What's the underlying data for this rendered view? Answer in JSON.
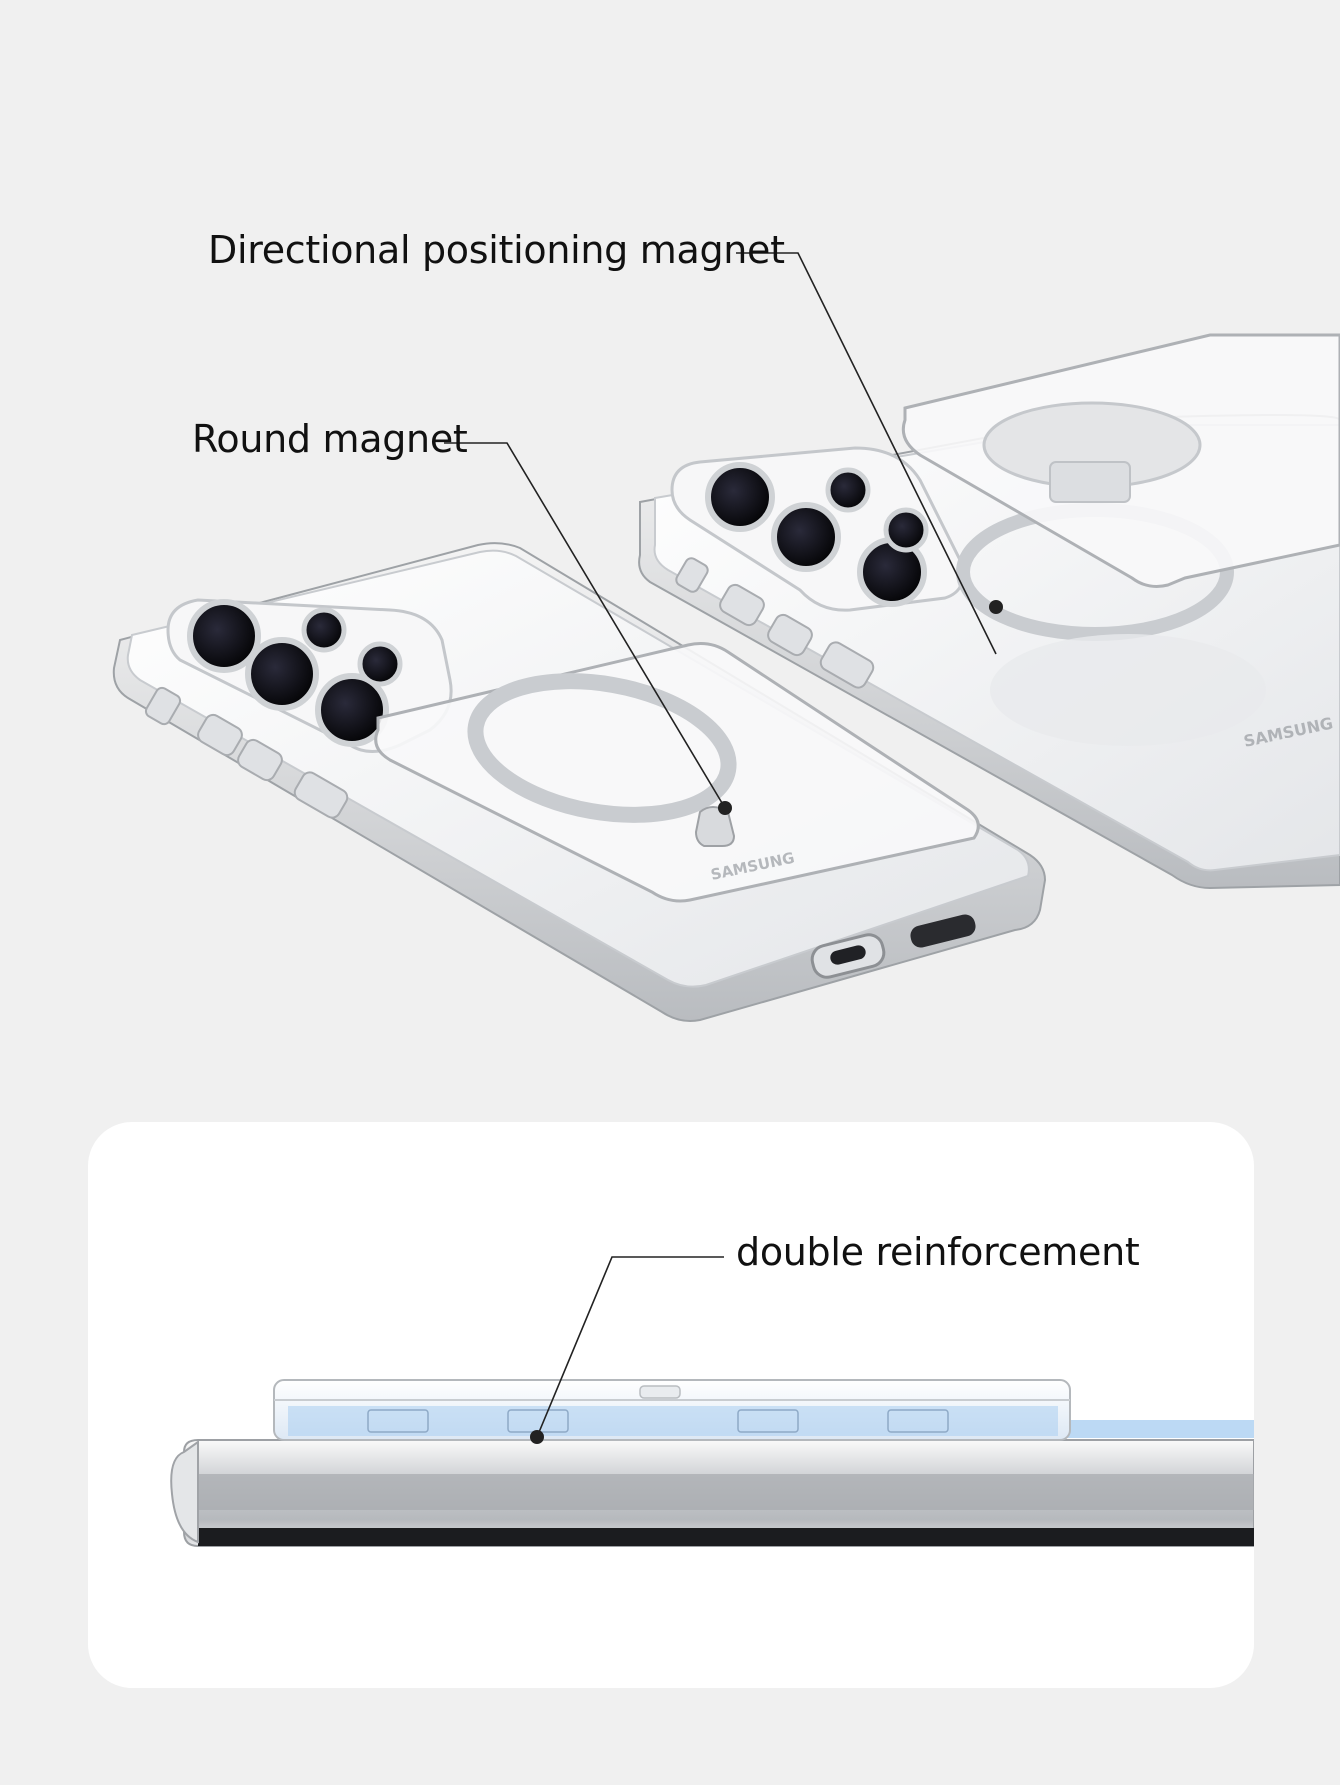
{
  "annotations": {
    "directional_magnet": "Directional positioning magnet",
    "round_magnet": "Round magnet",
    "double_reinforcement": "double reinforcement"
  },
  "brand_marks": {
    "rear_case": "SAMSUNG",
    "front_case": "SAMSUNG"
  },
  "colors": {
    "background": "#f0f0f0",
    "panel": "#ffffff",
    "line": "#222222",
    "lens": "#0b0b0f",
    "accent_blue": "#8fbfec"
  }
}
